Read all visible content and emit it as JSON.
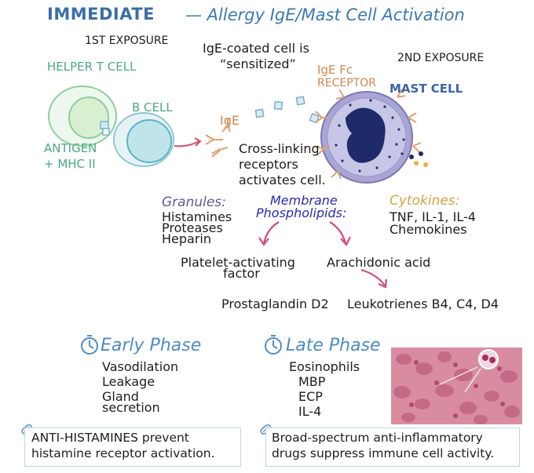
{
  "title": {
    "main": "IMMEDIATE",
    "dash_and_sub": "— Allergy IgE/Mast Cell Activation"
  },
  "first_exposure": "1ST EXPOSURE",
  "second_exposure": "2ND EXPOSURE",
  "helper_t_cell": "HELPER T CELL",
  "b_cell": "B CELL",
  "antigen": "ANTIGEN",
  "mhc": "+ MHC II",
  "ige_coated": {
    "line1": "IgE-coated cell is",
    "line2": "“sensitized”"
  },
  "ige_fc_receptor": {
    "line1": "IgE Fc",
    "line2": "RECEPTOR"
  },
  "mast_cell": "MAST CELL",
  "ige_label": "IgE",
  "crosslinking": {
    "line1": "Cross-linking",
    "line2": "receptors",
    "line3": "activates cell."
  },
  "granules": {
    "title": "Granules:",
    "items": [
      "Histamines",
      "Proteases",
      "Heparin"
    ]
  },
  "membrane": {
    "line1": "Membrane",
    "line2": "Phospholipids:"
  },
  "cytokines": {
    "title": "Cytokines:",
    "line1": "TNF, IL-1, IL-4",
    "line2": "Chemokines"
  },
  "paf": {
    "line1": "Platelet-activating",
    "line2": "factor"
  },
  "arachidonic": "Arachidonic acid",
  "prostaglandin": "Prostaglandin D2",
  "leukotrienes": "Leukotrienes B4, C4, D4",
  "early_phase": {
    "title": "Early Phase",
    "items": [
      "Vasodilation",
      "Leakage",
      "Gland",
      "secretion"
    ]
  },
  "late_phase": {
    "title": "Late Phase",
    "items": [
      "Eosinophils",
      "MBP",
      "ECP",
      "IL-4"
    ]
  },
  "note_left": {
    "line1": "ANTI-HISTAMINES prevent",
    "line2": "histamine receptor activation."
  },
  "note_right": {
    "line1": "Broad-spectrum anti-inflammatory",
    "line2": "drugs suppress immune cell activity."
  },
  "colors": {
    "title_blue": "#3a6ea8",
    "helper_green": "#4aa882",
    "mast_purple": "#3c4a9a",
    "ige_orange": "#d4864c",
    "arrow_pink": "#d44a80",
    "phase_blue": "#4d8cc8"
  }
}
